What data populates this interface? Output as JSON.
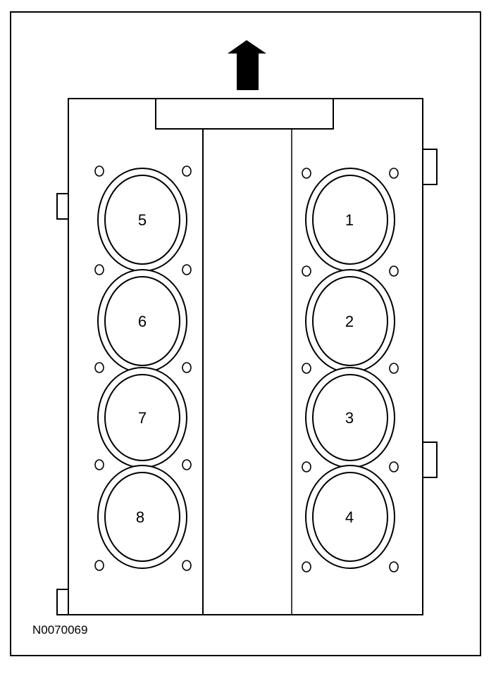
{
  "figure_code": "N0070069",
  "left_bank": {
    "cylinders": [
      {
        "number": "5"
      },
      {
        "number": "6"
      },
      {
        "number": "7"
      },
      {
        "number": "8"
      }
    ]
  },
  "right_bank": {
    "cylinders": [
      {
        "number": "1"
      },
      {
        "number": "2"
      },
      {
        "number": "3"
      },
      {
        "number": "4"
      }
    ]
  },
  "front_arrow_icon": "arrow-up-icon"
}
